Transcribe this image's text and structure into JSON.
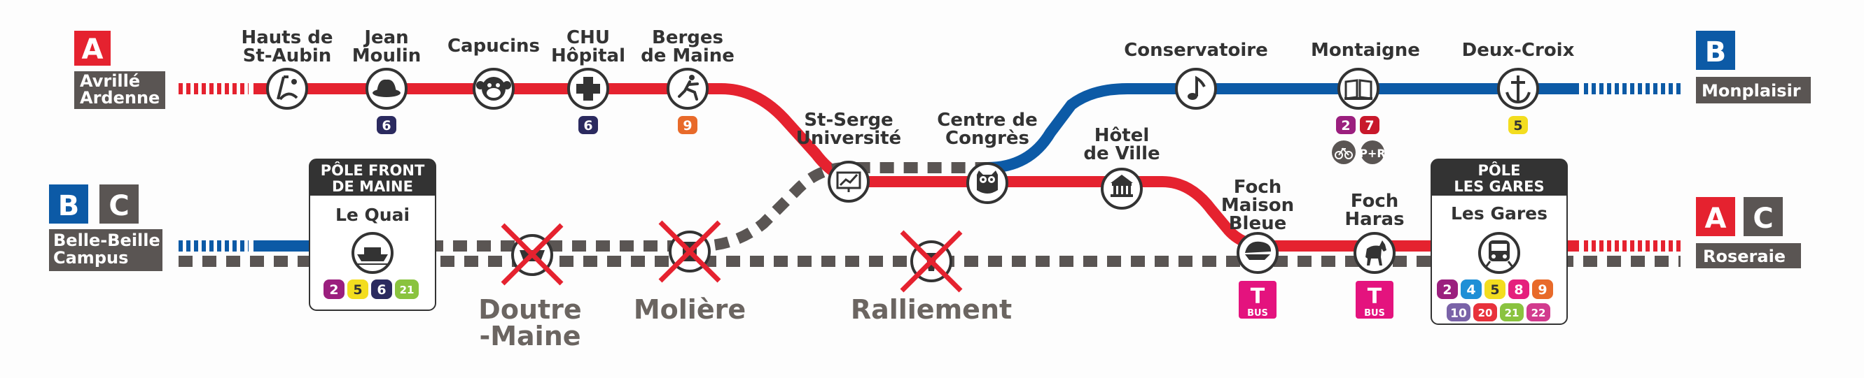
{
  "colors": {
    "line_a": "#e5222f",
    "line_b": "#0c5aa6",
    "line_c": "#5a5553",
    "tram_line_sign_dark": "#333333",
    "cross_red": "#e5222f",
    "bus_pink": "#e4137e"
  },
  "terminals": {
    "a_west": {
      "letters": [
        "A"
      ],
      "label_lines": [
        "Avrillé",
        "Ardenne"
      ]
    },
    "bc_west": {
      "letters": [
        "B",
        "C"
      ],
      "label_lines": [
        "Belle-Beille",
        "Campus"
      ]
    },
    "b_east": {
      "letters": [
        "B"
      ],
      "label_lines": [
        "Monplaisir"
      ]
    },
    "ac_east": {
      "letters": [
        "A",
        "C"
      ],
      "label_lines": [
        "Roseraie"
      ]
    }
  },
  "stations": {
    "hauts_de_st_aubin": {
      "name_lines": [
        "Hauts de",
        "St-Aubin"
      ],
      "icon": "slide-icon"
    },
    "jean_moulin": {
      "name_lines": [
        "Jean",
        "Moulin"
      ],
      "icon": "hat-icon",
      "connections": [
        "6"
      ]
    },
    "capucins": {
      "name_lines": [
        "Capucins"
      ],
      "icon": "monkey-icon"
    },
    "chu_hopital": {
      "name_lines": [
        "CHU",
        "Hôpital"
      ],
      "icon": "medical-cross-icon",
      "connections": [
        "6"
      ]
    },
    "berges_de_maine": {
      "name_lines": [
        "Berges",
        "de Maine"
      ],
      "icon": "runner-icon",
      "connections": [
        "9"
      ]
    },
    "st_serge_universite": {
      "name_lines": [
        "St-Serge",
        "Université"
      ],
      "icon": "chart-icon"
    },
    "centre_de_congres": {
      "name_lines": [
        "Centre de",
        "Congrès"
      ],
      "icon": "owl-icon"
    },
    "hotel_de_ville": {
      "name_lines": [
        "Hôtel",
        "de Ville"
      ],
      "icon": "town-hall-icon"
    },
    "foch_maison_bleue": {
      "name_lines": [
        "Foch",
        "Maison",
        "Bleue"
      ],
      "icon": "cap-icon",
      "bus_connection": {
        "letter": "T",
        "label": "BUS"
      }
    },
    "foch_haras": {
      "name_lines": [
        "Foch",
        "Haras"
      ],
      "icon": "horse-icon",
      "bus_connection": {
        "letter": "T",
        "label": "BUS"
      }
    },
    "conservatoire": {
      "name_lines": [
        "Conservatoire"
      ],
      "icon": "music-note-icon"
    },
    "montaigne": {
      "name_lines": [
        "Montaigne"
      ],
      "icon": "book-icon",
      "connections": [
        "2",
        "7"
      ],
      "extra_icons": [
        "bike-park-icon",
        "park-and-ride-icon"
      ],
      "park_ride_label": "P+R"
    },
    "deux_croix": {
      "name_lines": [
        "Deux-Croix"
      ],
      "icon": "anchor-cross-icon",
      "connections": [
        "5"
      ]
    },
    "doutre_maine": {
      "name_lines": [
        "Doutre",
        "-Maine"
      ],
      "icon": "crossed-out-icon"
    },
    "moliere": {
      "name_lines": [
        "Molière"
      ],
      "icon": "crossed-out-icon"
    },
    "ralliement": {
      "name_lines": [
        "Ralliement"
      ],
      "icon": "crossed-out-icon"
    }
  },
  "poles": {
    "front_de_maine": {
      "title_lines": [
        "PÔLE FRONT",
        "DE MAINE"
      ],
      "station": "Le Quai",
      "icon": "boat-icon",
      "connections": [
        "2",
        "5",
        "6",
        "21"
      ]
    },
    "les_gares": {
      "title_lines": [
        "PÔLE",
        "LES GARES"
      ],
      "station": "Les Gares",
      "icon": "train-icon",
      "connections_row1": [
        "2",
        "4",
        "5",
        "8",
        "9"
      ],
      "connections_row2": [
        "10",
        "20",
        "21",
        "22"
      ]
    }
  },
  "bus_line_colors": {
    "2": "#9b1f7e",
    "4": "#1f8fd6",
    "5": "#f3dd1f",
    "6": "#2b2a5f",
    "7": "#c8182b",
    "8": "#e5207d",
    "9": "#e86a2a",
    "10": "#7a63a8",
    "20": "#e8323c",
    "21": "#8ac33f",
    "22": "#d23b8e"
  }
}
